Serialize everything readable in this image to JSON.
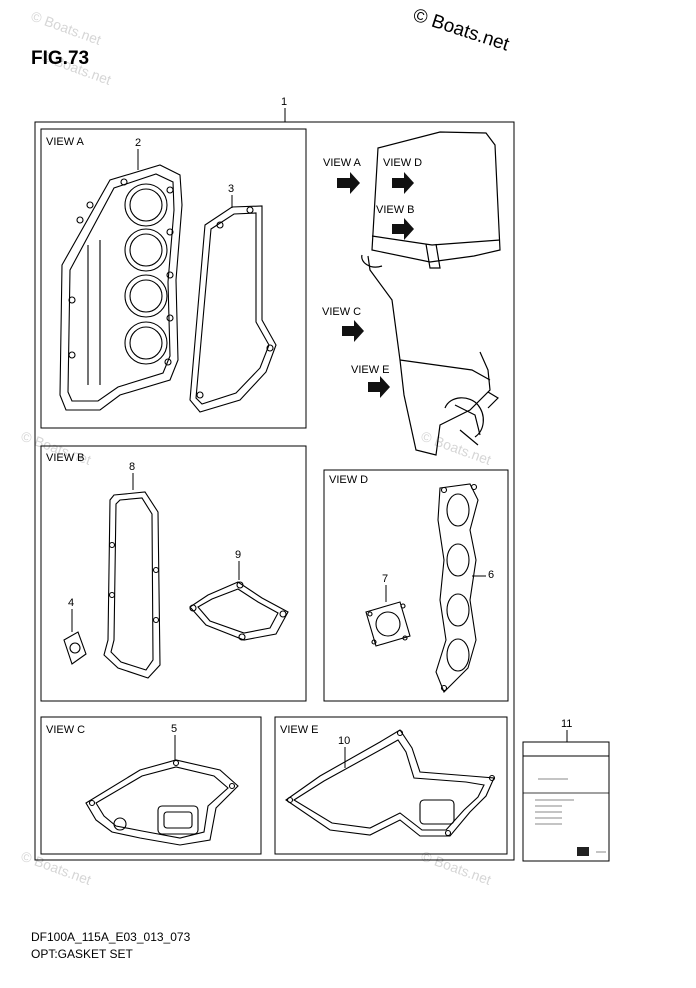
{
  "figure": {
    "title": "FIG.73"
  },
  "copyright": "© Boats.net",
  "watermark": "© Boats.net",
  "views": {
    "a": "VIEW A",
    "b": "VIEW B",
    "c": "VIEW C",
    "d": "VIEW D",
    "e": "VIEW E"
  },
  "engine_callouts": [
    "VIEW A",
    "VIEW D",
    "VIEW B",
    "VIEW C",
    "VIEW E"
  ],
  "part_numbers": {
    "kit": "1",
    "head_gasket": "2",
    "cover_gasket": "3",
    "small_gasket": "4",
    "oil_pan_gasket": "5",
    "manifold_gasket": "6",
    "throttle_gasket": "7",
    "long_gasket": "8",
    "thermostat_gasket": "9",
    "lower_gasket": "10",
    "manual": "11"
  },
  "footer": {
    "code": "DF100A_115A_E03_013_073",
    "description": "OPT:GASKET SET"
  }
}
